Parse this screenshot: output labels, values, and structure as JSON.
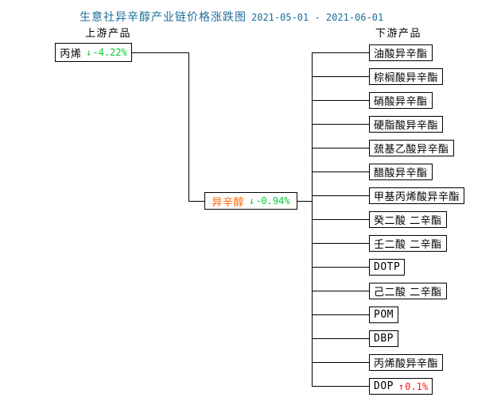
{
  "header": {
    "title": "生意社异辛醇产业链价格涨跌图",
    "date_range": "2021-05-01 - 2021-06-01",
    "upstream_label": "上游产品",
    "downstream_label": "下游产品"
  },
  "colors": {
    "title_blue": "#1e6c9c",
    "down_green": "#00cc33",
    "up_red": "#ff1111",
    "focus_orange": "#ff6600",
    "line_black": "#000000"
  },
  "chart_data": {
    "type": "diagram",
    "subtype": "industry-chain-tree",
    "upstream": {
      "name": "丙烯",
      "arrow": "↓",
      "change": "-4.22%",
      "direction": "down"
    },
    "focus": {
      "name": "异辛醇",
      "arrow": "↓",
      "change": "-0.94%",
      "direction": "down"
    },
    "downstream": [
      {
        "name": "油酸异辛酯"
      },
      {
        "name": "棕榈酸异辛酯"
      },
      {
        "name": "硝酸异辛酯"
      },
      {
        "name": "硬脂酸异辛酯"
      },
      {
        "name": "巯基乙酸异辛酯"
      },
      {
        "name": "醋酸异辛酯"
      },
      {
        "name": "甲基丙烯酸异辛酯"
      },
      {
        "name": "癸二酸 二辛酯"
      },
      {
        "name": "壬二酸 二辛酯"
      },
      {
        "name": "DOTP"
      },
      {
        "name": "己二酸 二辛酯"
      },
      {
        "name": "POM"
      },
      {
        "name": "DBP"
      },
      {
        "name": "丙烯酸异辛酯"
      },
      {
        "name": "DOP",
        "arrow": "↑",
        "change": "0.1%",
        "direction": "up"
      }
    ]
  }
}
